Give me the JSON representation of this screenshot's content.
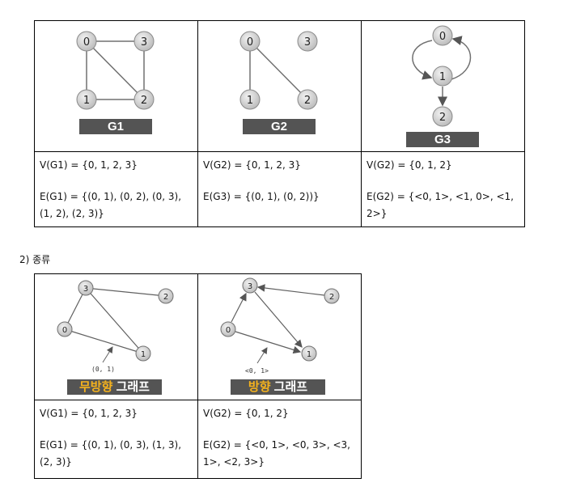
{
  "section_heading": "2) 종류",
  "table1": {
    "figures": [
      {
        "label": "G1",
        "nodes": [
          "0",
          "3",
          "1",
          "2"
        ]
      },
      {
        "label": "G2",
        "nodes": [
          "0",
          "3",
          "1",
          "2"
        ]
      },
      {
        "label": "G3",
        "nodes": [
          "0",
          "1",
          "2"
        ]
      }
    ],
    "texts": [
      {
        "v": "V(G1) = {0, 1, 2, 3}",
        "e": "E(G1) = {(0, 1), (0, 2), (0, 3), (1, 2), (2, 3)}"
      },
      {
        "v": "V(G2) = {0, 1, 2, 3}",
        "e": "E(G3) = {(0, 1), (0, 2))}"
      },
      {
        "v": "V(G2) = {0, 1, 2}",
        "e": "E(G2) = {<0, 1>, <1, 0>, <1, 2>}"
      }
    ]
  },
  "table2": {
    "figures": [
      {
        "label_highlight": "무방향",
        "label_rest": " 그래프",
        "nodes": [
          "3",
          "2",
          "0",
          "1"
        ],
        "annotation": "(0, 1)"
      },
      {
        "label_highlight": "방향",
        "label_rest": " 그래프",
        "nodes": [
          "3",
          "2",
          "0",
          "1"
        ],
        "annotation": "<0, 1>"
      }
    ],
    "texts": [
      {
        "v": "V(G1) = {0, 1, 2, 3}",
        "e": "E(G1) = {(0, 1), (0, 3), (1, 3), (2, 3)}"
      },
      {
        "v": "V(G2) = {0, 1, 2}",
        "e": "E(G2) = {<0, 1>, <0, 3>, <3, 1>, <2, 3>}"
      }
    ]
  }
}
